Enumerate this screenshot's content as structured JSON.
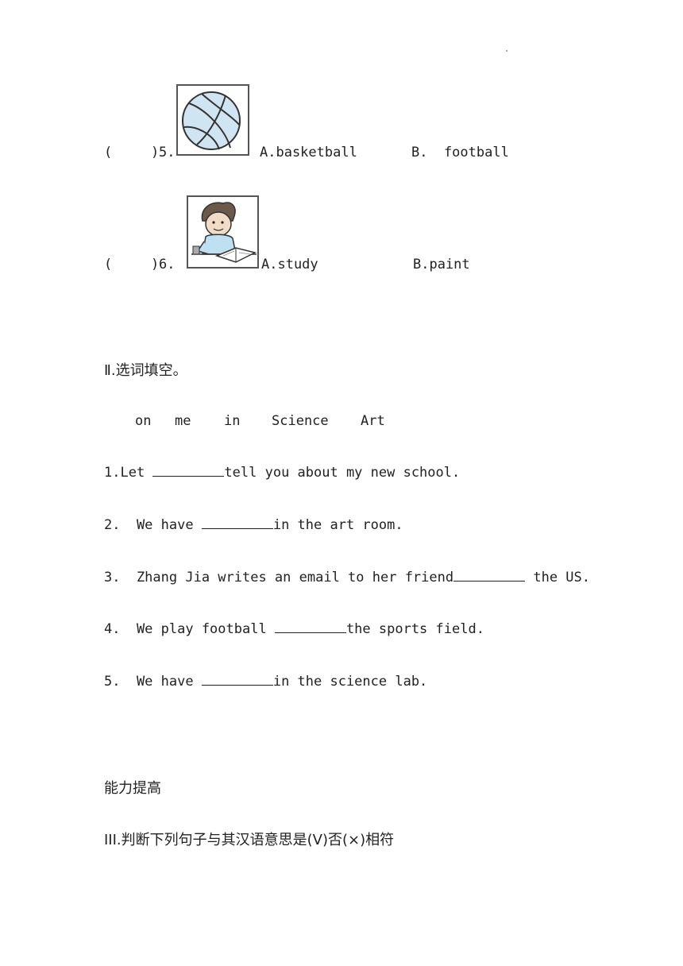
{
  "part1": {
    "items": [
      {
        "paren": "(",
        "paren_close": ")",
        "number": "5.",
        "picture": "basketball-picture",
        "option_a": "A.basketball",
        "option_b": "B.  football"
      },
      {
        "paren": "(",
        "paren_close": ")",
        "number": "6.",
        "picture": "boy-studying-picture",
        "option_a": "A.study",
        "option_b": "B.paint"
      }
    ]
  },
  "part2": {
    "heading": "Ⅱ.选词填空。",
    "word_bank": [
      "on",
      "me",
      "in",
      "Science",
      "Art"
    ],
    "sentences": [
      {
        "before": "1.Let ",
        "after": "tell you about my new school."
      },
      {
        "before": "2.  We have ",
        "after": "in the art room."
      },
      {
        "before": "3.  Zhang Jia writes an email to her friend",
        "after": " the US."
      },
      {
        "before": "4.  We play football ",
        "after": "the sports field."
      },
      {
        "before": "5.  We have ",
        "after": "in the science lab."
      }
    ]
  },
  "section_title": "能力提高",
  "part3": {
    "heading": "III.判断下列句子与其汉语意思是(V)否(×)相符"
  },
  "colors": {
    "basketball_fill": "#cfe6f2",
    "basketball_line": "#333333",
    "shirt_fill": "#bfe0f0"
  }
}
